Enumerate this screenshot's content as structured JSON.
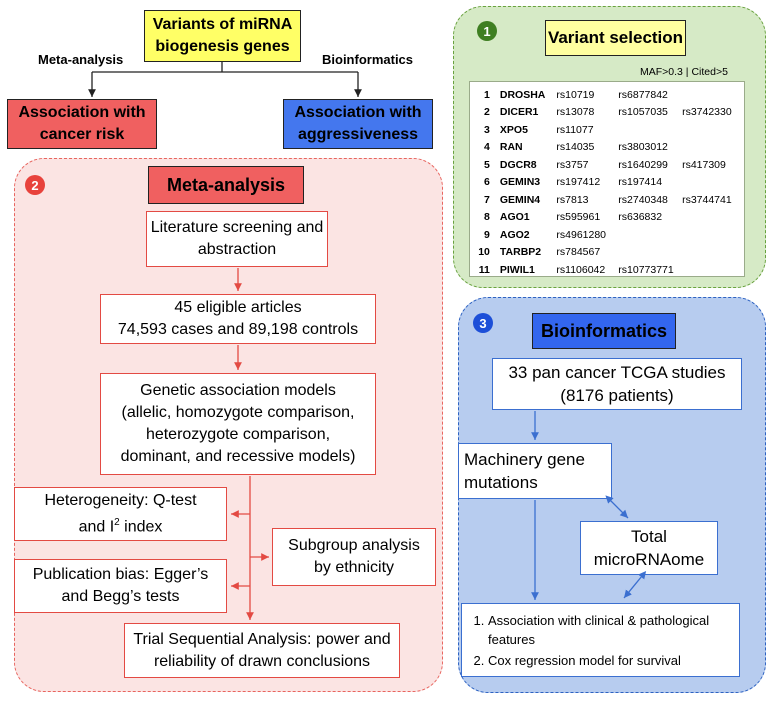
{
  "top": {
    "title": "Variants of miRNA biogenesis genes",
    "left_label": "Meta-analysis",
    "right_label": "Bioinformatics",
    "left_box": "Association with cancer risk",
    "right_box": "Association with aggressiveness",
    "colors": {
      "title_bg": "#ffff66",
      "left_box_bg": "#f06060",
      "right_box_bg": "#4477ee"
    }
  },
  "meta": {
    "badge": "2",
    "title": "Meta-analysis",
    "step1": "Literature screening and abstraction",
    "step2_line1": "45 eligible articles",
    "step2_line2": "74,593 cases and 89,198 controls",
    "step3_line1": "Genetic association models",
    "step3_line2": "(allelic, homozygote comparison,",
    "step3_line3": "heterozygote comparison,",
    "step3_line4": "dominant, and recessive models)",
    "hetero_line1": "Heterogeneity: Q-test",
    "hetero_and": "and I",
    "hetero_sup": "2",
    "hetero_index": " index",
    "pubbias_line1": "Publication bias: Egger’s",
    "pubbias_line2": "and Begg’s tests",
    "subgroup_line1": "Subgroup analysis",
    "subgroup_line2": "by ethnicity",
    "tsa_line1": "Trial Sequential Analysis: power and",
    "tsa_line2": "reliability of drawn conclusions"
  },
  "variants": {
    "badge": "1",
    "title": "Variant selection",
    "criteria": "MAF>0.3 | Cited>5",
    "rows": [
      {
        "n": "1",
        "gene": "DROSHA",
        "rs": [
          "rs10719",
          "rs6877842",
          ""
        ]
      },
      {
        "n": "2",
        "gene": "DICER1",
        "rs": [
          "rs13078",
          "rs1057035",
          "rs3742330"
        ]
      },
      {
        "n": "3",
        "gene": "XPO5",
        "rs": [
          "rs11077",
          "",
          ""
        ]
      },
      {
        "n": "4",
        "gene": "RAN",
        "rs": [
          "rs14035",
          "rs3803012",
          ""
        ]
      },
      {
        "n": "5",
        "gene": "DGCR8",
        "rs": [
          "rs3757",
          "rs1640299",
          "rs417309"
        ]
      },
      {
        "n": "6",
        "gene": "GEMIN3",
        "rs": [
          "rs197412",
          "rs197414",
          ""
        ]
      },
      {
        "n": "7",
        "gene": "GEMIN4",
        "rs": [
          "rs7813",
          "rs2740348",
          "rs3744741"
        ]
      },
      {
        "n": "8",
        "gene": "AGO1",
        "rs": [
          "rs595961",
          "rs636832",
          ""
        ]
      },
      {
        "n": "9",
        "gene": "AGO2",
        "rs": [
          "rs4961280",
          "",
          ""
        ]
      },
      {
        "n": "10",
        "gene": "TARBP2",
        "rs": [
          "rs784567",
          "",
          ""
        ]
      },
      {
        "n": "11",
        "gene": "PIWIL1",
        "rs": [
          "rs1106042",
          "rs10773771",
          ""
        ]
      }
    ]
  },
  "bio": {
    "badge": "3",
    "title": "Bioinformatics",
    "studies_line1": "33 pan cancer TCGA studies",
    "studies_line2": "(8176 patients)",
    "mutations_line1": "Machinery gene",
    "mutations_line2": "mutations",
    "micro_line1": "Total",
    "micro_line2": "microRNAome",
    "list": [
      "Association with clinical & pathological features",
      "Cox regression model for survival"
    ]
  }
}
